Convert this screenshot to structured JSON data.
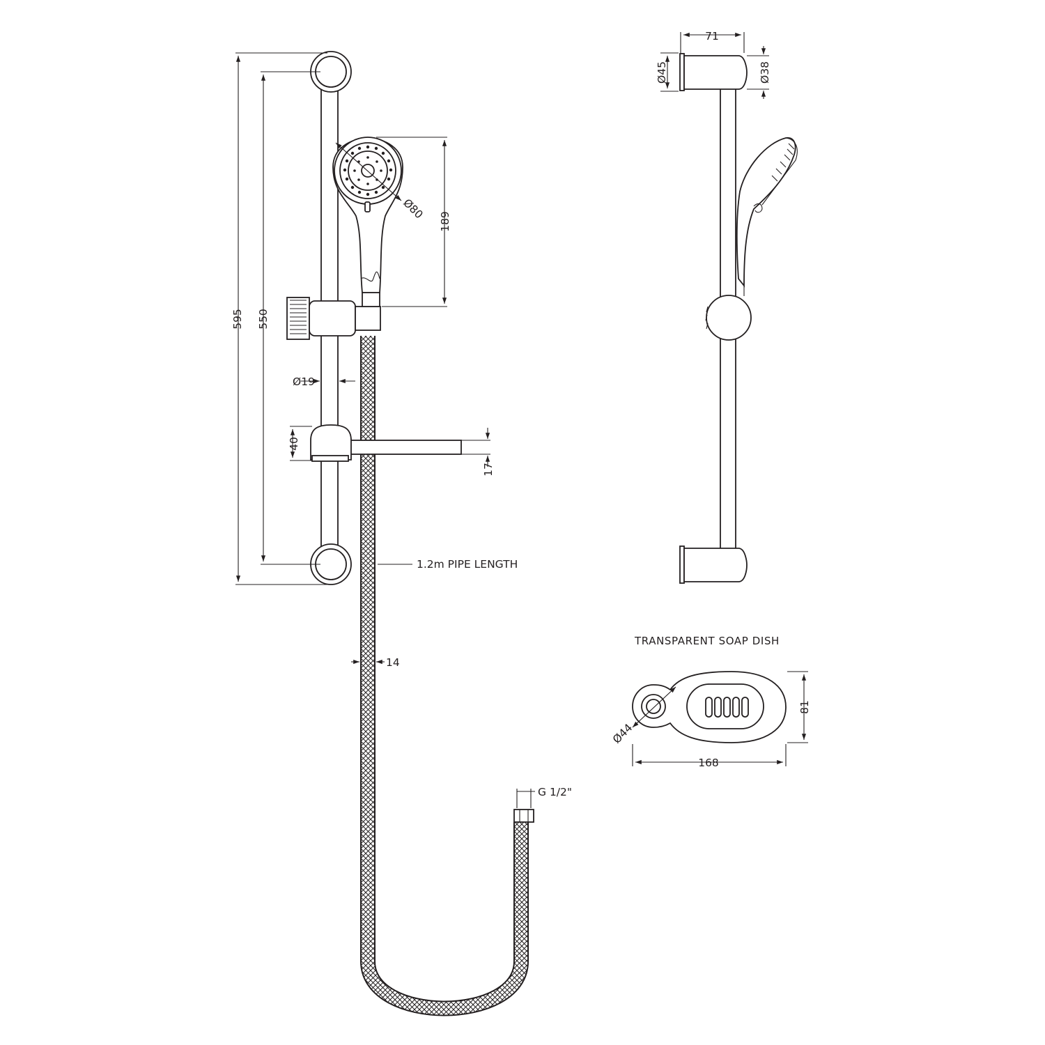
{
  "labels": {
    "rail_overall": "595",
    "rail_centres": "550",
    "handset_height": "189",
    "handset_diameter": "Ø80",
    "rail_diameter": "Ø19",
    "soap_holder_height": "40",
    "soap_arm_thickness": "17",
    "pipe_length": "1.2m PIPE LENGTH",
    "hose_diameter": "14",
    "connector": "G 1/2\"",
    "bracket_projection": "71",
    "bracket_outer_diameter": "Ø45",
    "bracket_inner_diameter": "Ø38",
    "soap_dish_title": "TRANSPARENT SOAP DISH",
    "soap_dish_ring_diameter": "Ø44",
    "soap_dish_length": "168",
    "soap_dish_height": "81"
  },
  "colors": {
    "line": "#231f20",
    "background": "#ffffff"
  }
}
